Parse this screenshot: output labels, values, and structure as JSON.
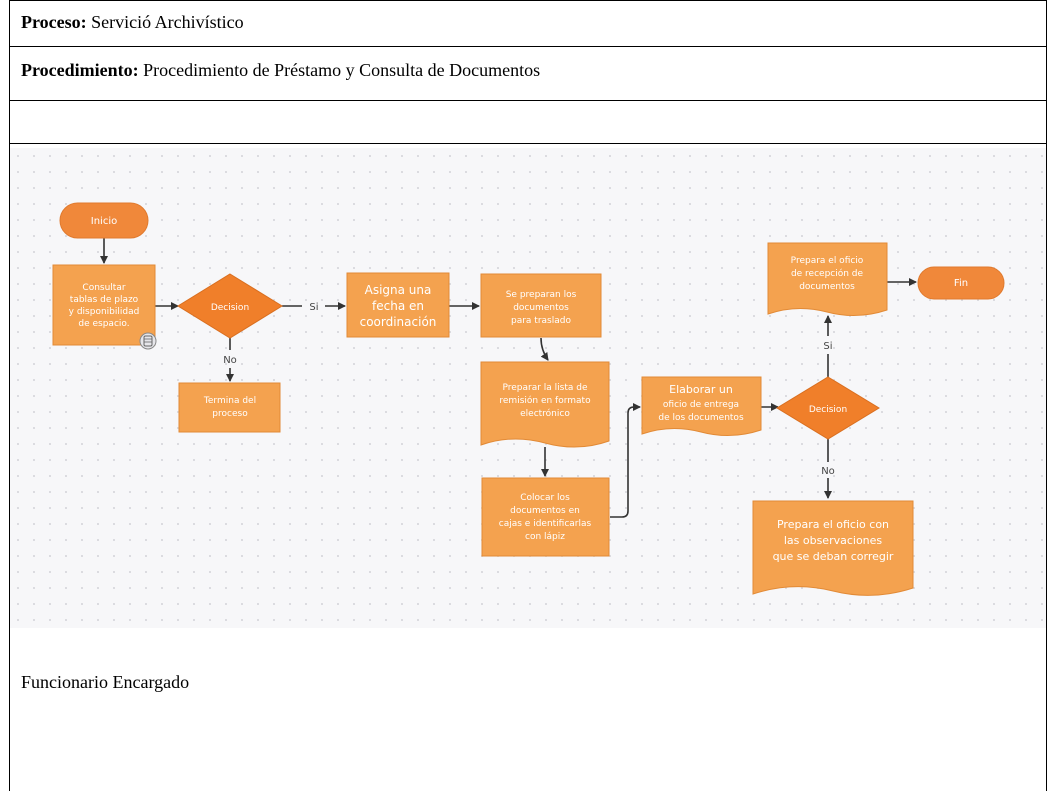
{
  "header": {
    "process_label": "Proceso:",
    "process_value": "Servició Archivístico",
    "procedure_label": "Procedimiento:",
    "procedure_value": "Procedimiento de Préstamo y Consulta de Documentos"
  },
  "flowchart": {
    "start": "Inicio",
    "consult_lines": [
      "Consultar",
      "tablas de plazo",
      "y disponibilidad",
      "de espacio."
    ],
    "decision1": "Decision",
    "yes1": "Si",
    "no1": "No",
    "end_process_lines": [
      "Termina del",
      "proceso"
    ],
    "assign_lines": [
      "Asigna una",
      "fecha en",
      "coordinación"
    ],
    "prepare_docs_lines": [
      "Se preparan los",
      "documentos",
      "para traslado"
    ],
    "remission_lines": [
      "Preparar la lista de",
      "remisión en formato",
      "electrónico"
    ],
    "boxes_lines": [
      "Colocar los",
      "documentos en",
      "cajas e identificarlas",
      "con lápiz"
    ],
    "delivery_lines": [
      "Elaborar un",
      "oficio de entrega",
      "de los documentos"
    ],
    "decision2": "Decision",
    "yes2": "Si",
    "no2": "No",
    "reception_lines": [
      "Prepara el oficio",
      "de recepción de",
      "documentos"
    ],
    "observations_lines": [
      "Prepara el oficio con",
      "las observaciones",
      "que se deban corregir"
    ],
    "end": "Fin"
  },
  "colors": {
    "node_fill": "#f4a24f",
    "node_stroke": "#e28a36",
    "decision_fill": "#f07f2a",
    "terminal_fill": "#f0883a",
    "arrow": "#333333"
  },
  "footer": {
    "responsible": "Funcionario Encargado"
  }
}
